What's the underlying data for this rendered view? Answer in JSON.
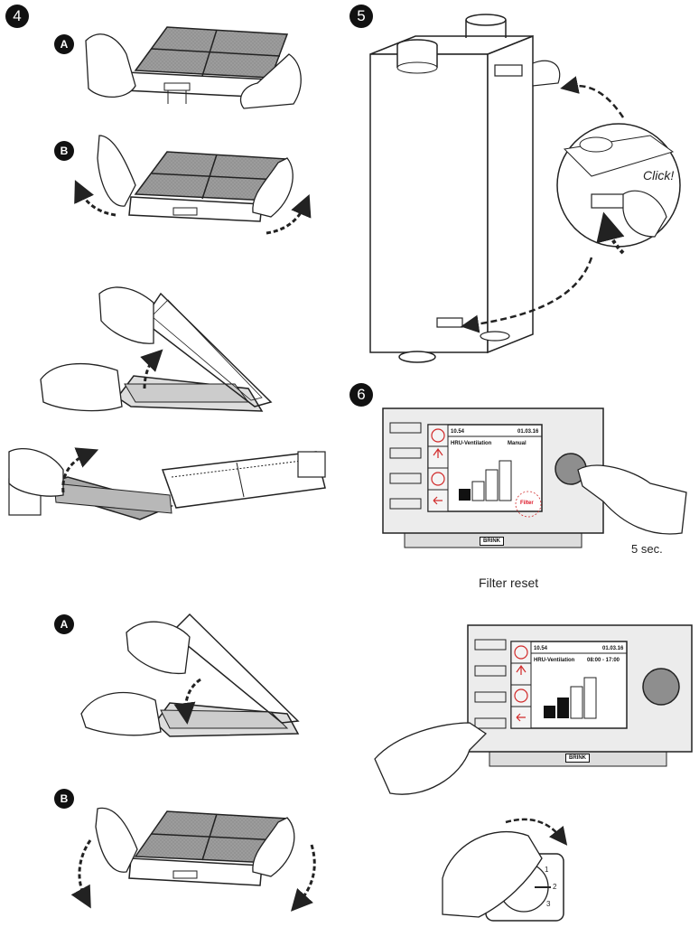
{
  "steps": {
    "step4": "4",
    "step5": "5",
    "step6": "6"
  },
  "badges": {
    "a_top": "A",
    "b_top": "B",
    "a_bottom": "A",
    "b_bottom": "B"
  },
  "step5": {
    "click_text": "Click!"
  },
  "panel1": {
    "time": "10.54",
    "date": "01.03.16",
    "mode_title": "HRU-Ventilation",
    "mode_value": "Manual",
    "filter_flag": "Filter",
    "brand": "BRINK",
    "hold_text": "5 sec."
  },
  "filter_reset": {
    "title": "Filter reset"
  },
  "panel2": {
    "time": "10.54",
    "date": "01.03.16",
    "mode_title": "HRU-Ventilation",
    "mode_value": "08:00 - 17:00",
    "brand": "BRINK"
  },
  "knob": {
    "pos1": "1",
    "pos2": "2",
    "pos3": "3"
  },
  "colors": {
    "ink": "#222222",
    "filter_fill": "#9a9a9a",
    "panel_fill": "#ececec",
    "screen_accent": "#d12a2a"
  }
}
